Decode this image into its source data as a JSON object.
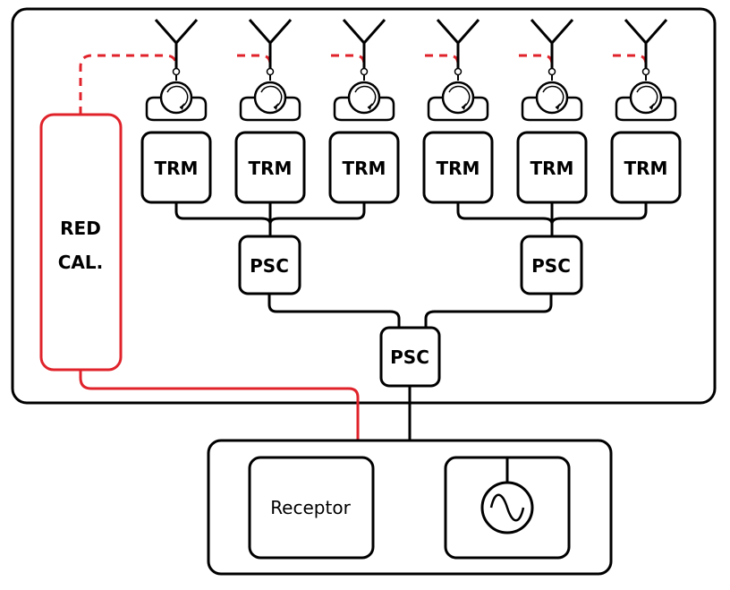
{
  "colors": {
    "line": "#000000",
    "accent": "#e0232b",
    "background": "#ffffff"
  },
  "labels": {
    "trm": "TRM",
    "psc": "PSC",
    "cal_line1": "RED",
    "cal_line2": "CAL.",
    "receptor": "Receptor"
  },
  "icons": {
    "antenna": "antenna-icon",
    "circulator": "circulator-icon",
    "oscillator": "oscillator-icon"
  }
}
